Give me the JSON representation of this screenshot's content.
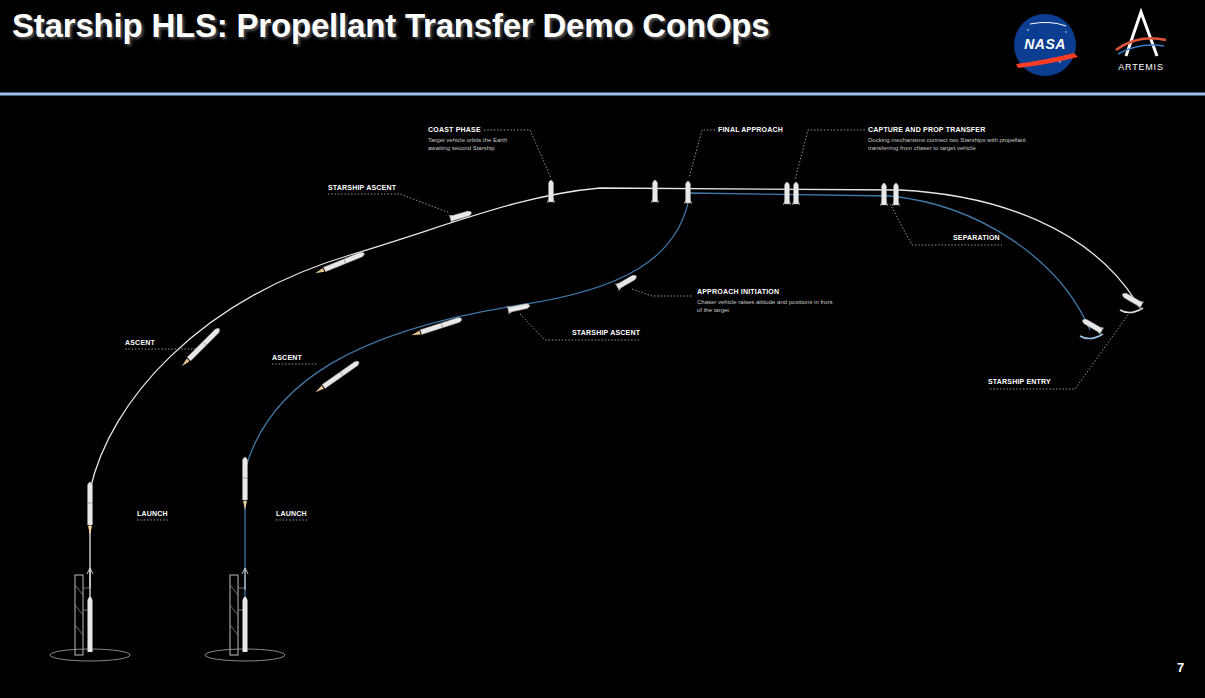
{
  "diagram": {
    "title": "Starship HLS: Propellant Transfer Demo ConOps",
    "labels": [
      "COAST PHASE",
      "Target vehicle orbits the Earth awaiting second Starship",
      "FINAL APPROACH",
      "CAPTURE AND PROP TRANSFER",
      "Docking mechanisms connect two Starships with propellant transferring from chaser to target vehicle",
      "STARSHIP ASCENT",
      "SEPARATION",
      "ASCENT",
      "ASCENT",
      "STARSHIP ASCENT",
      "APPROACH INITIATION",
      "Chaser vehicle raises altitude and positions in front of the target",
      "STARSHIP ENTRY",
      "LAUNCH",
      "LAUNCH",
      "NASA",
      "ARTEMIS",
      "7"
    ]
  }
}
